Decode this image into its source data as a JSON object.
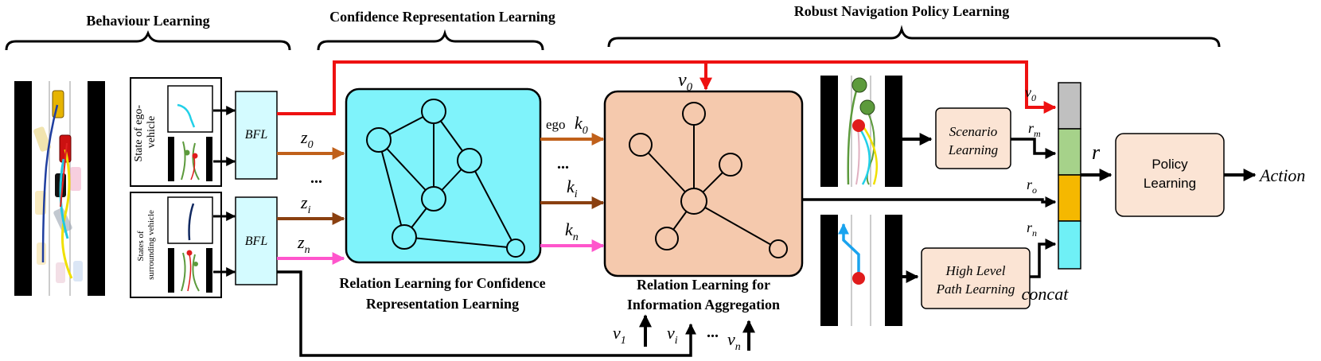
{
  "sections": {
    "behaviour": "Behaviour Learning",
    "confidence": "Confidence Representation Learning",
    "robust": "Robust Navigation Policy Learning"
  },
  "inputs": {
    "ego_label_line1": "State of ego-",
    "ego_label_line2": "vehicle",
    "surround_label_line1": "States of",
    "surround_label_line2": "surrounding vehicle"
  },
  "bfl": {
    "top": "BFL",
    "bottom": "BFL"
  },
  "z_labels": {
    "z0": "z",
    "z0_sub": "0",
    "zi": "z",
    "zi_sub": "i",
    "zn": "z",
    "zn_sub": "n",
    "dots": "..."
  },
  "confidence_box": {
    "caption_line1": "Relation Learning for Confidence",
    "caption_line2": "Representation Learning"
  },
  "k_labels": {
    "ego": "ego",
    "k0": "k",
    "k0_sub": "0",
    "ki": "k",
    "ki_sub": "i",
    "kn": "k",
    "kn_sub": "n",
    "dots": "..."
  },
  "aggregation_box": {
    "caption_line1": "Relation Learning for",
    "caption_line2": "Information Aggregation"
  },
  "v_labels": {
    "v0": "v",
    "v0_sub": "0",
    "v1": "v",
    "v1_sub": "1",
    "vi": "v",
    "vi_sub": "i",
    "vn": "v",
    "vn_sub": "n",
    "dots": "..."
  },
  "scenario": {
    "line1": "Scenario",
    "line2": "Learning"
  },
  "highlevel": {
    "line1": "High Level",
    "line2": "Path Learning"
  },
  "r_labels": {
    "v0": "v",
    "v0_sub": "0",
    "rm": "r",
    "rm_sub": "m",
    "ro": "r",
    "ro_sub": "o",
    "rn": "r",
    "rn_sub": "n",
    "r": "r"
  },
  "concat": "concat",
  "policy": {
    "line1": "Policy",
    "line2": "Learning"
  },
  "action": "Action",
  "colors": {
    "red": "#ee1111",
    "brown": "#c0601a",
    "dark_brown": "#8a4010",
    "pink": "#ff55cc",
    "cyan_box": "#7ff3fb",
    "peach_box": "#f5c9ad",
    "bfl_box": "#d4fbff",
    "light_box": "#fbe4d4",
    "concat_gray": "#c0c0c0",
    "concat_green": "#a6d28a",
    "concat_orange": "#f5b800",
    "concat_cyan": "#6ff0f6"
  }
}
